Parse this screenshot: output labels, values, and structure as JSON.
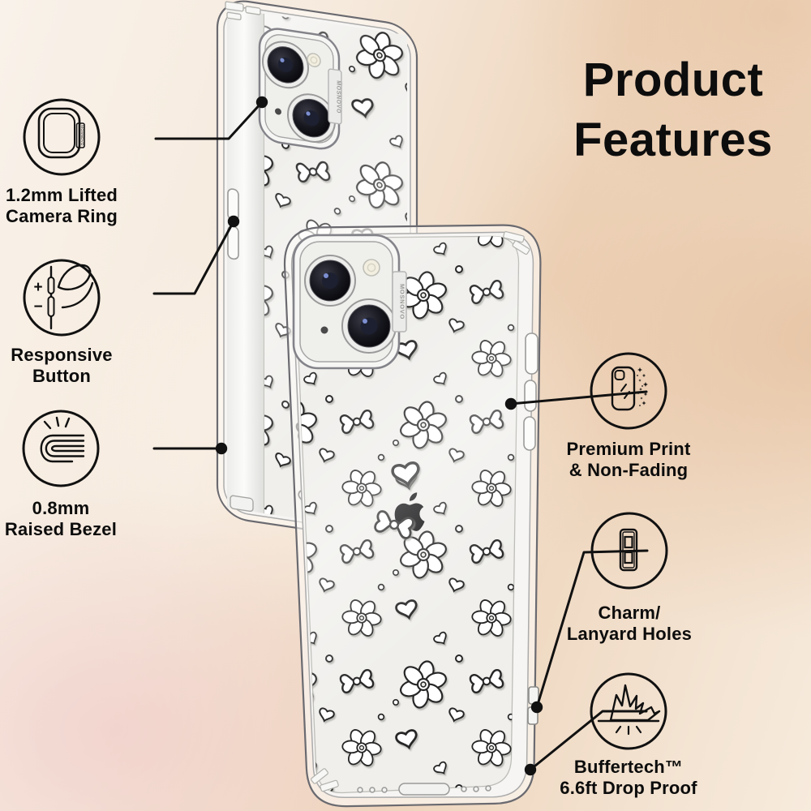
{
  "title": {
    "line1": "Product",
    "line2": "Features"
  },
  "brand_label": "MOSNOVO",
  "features": [
    {
      "id": "lifted-camera-ring",
      "icon": "camera-ring-icon",
      "line1": "1.2mm Lifted",
      "line2": "Camera Ring"
    },
    {
      "id": "responsive-button",
      "icon": "responsive-button-icon",
      "line1": "Responsive",
      "line2": "Button"
    },
    {
      "id": "raised-bezel",
      "icon": "raised-bezel-icon",
      "line1": "0.8mm",
      "line2": "Raised Bezel"
    },
    {
      "id": "premium-print",
      "icon": "premium-print-icon",
      "line1": "Premium Print",
      "line2": "& Non-Fading"
    },
    {
      "id": "charm-lanyard-holes",
      "icon": "charm-lanyard-icon",
      "line1": "Charm/",
      "line2": "Lanyard Holes"
    },
    {
      "id": "buffertech-drop-proof",
      "icon": "drop-proof-icon",
      "line1": "Buffertech™",
      "line2": "6.6ft Drop Proof"
    }
  ],
  "icon_glyphs": {
    "plus": "+",
    "minus": "−"
  },
  "colors": {
    "text": "#0d0d0d",
    "callout_line": "#111111",
    "pattern_outline": "#252525",
    "phone_outline": "#6a6a70",
    "lens": "#14141c",
    "bg_top_left": "#f9f2ea",
    "bg_peach_right": "#eed5bc",
    "bg_pink_bottom_left": "#eec6c4",
    "bg_bottom": "#f7ebdd"
  }
}
